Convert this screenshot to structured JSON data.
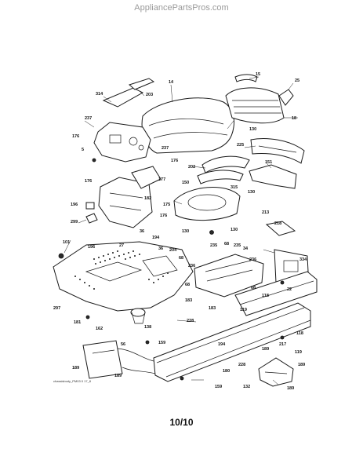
{
  "watermark": "AppliancePartsPros.com",
  "page_number": "10/10",
  "drawing_code": "chassisbody_PM03 0 17_8",
  "callouts": [
    {
      "id": "c-14",
      "label": "14"
    },
    {
      "id": "c-15",
      "label": "15"
    },
    {
      "id": "c-25",
      "label": "25"
    },
    {
      "id": "c-314",
      "label": "314"
    },
    {
      "id": "c-203",
      "label": "203"
    },
    {
      "id": "c-237a",
      "label": "237"
    },
    {
      "id": "c-130a",
      "label": "130"
    },
    {
      "id": "c-18",
      "label": "18"
    },
    {
      "id": "c-176a",
      "label": "176"
    },
    {
      "id": "c-5",
      "label": "5"
    },
    {
      "id": "c-237b",
      "label": "237"
    },
    {
      "id": "c-176b",
      "label": "176"
    },
    {
      "id": "c-225",
      "label": "225"
    },
    {
      "id": "c-202",
      "label": "202"
    },
    {
      "id": "c-151",
      "label": "151"
    },
    {
      "id": "c-176c",
      "label": "176"
    },
    {
      "id": "c-177",
      "label": "177"
    },
    {
      "id": "c-315",
      "label": "315"
    },
    {
      "id": "c-130b",
      "label": "130"
    },
    {
      "id": "c-182",
      "label": "182"
    },
    {
      "id": "c-150",
      "label": "150"
    },
    {
      "id": "c-196",
      "label": "196"
    },
    {
      "id": "c-175",
      "label": "175"
    },
    {
      "id": "c-176d",
      "label": "176"
    },
    {
      "id": "c-299",
      "label": "299"
    },
    {
      "id": "c-213",
      "label": "213"
    },
    {
      "id": "c-218",
      "label": "218"
    },
    {
      "id": "c-130c",
      "label": "130"
    },
    {
      "id": "c-130d",
      "label": "130"
    },
    {
      "id": "c-36",
      "label": "36"
    },
    {
      "id": "c-194a",
      "label": "194"
    },
    {
      "id": "c-101",
      "label": "101"
    },
    {
      "id": "c-196b",
      "label": "196"
    },
    {
      "id": "c-27",
      "label": "27"
    },
    {
      "id": "c-36b",
      "label": "36"
    },
    {
      "id": "c-204",
      "label": "204"
    },
    {
      "id": "c-235",
      "label": "235"
    },
    {
      "id": "c-68a",
      "label": "68"
    },
    {
      "id": "c-235b",
      "label": "235"
    },
    {
      "id": "c-334",
      "label": "334"
    },
    {
      "id": "c-68b",
      "label": "68"
    },
    {
      "id": "c-34",
      "label": "34"
    },
    {
      "id": "c-236a",
      "label": "236"
    },
    {
      "id": "c-236b",
      "label": "236"
    },
    {
      "id": "c-22",
      "label": "22"
    },
    {
      "id": "c-297",
      "label": "297"
    },
    {
      "id": "c-68c",
      "label": "68"
    },
    {
      "id": "c-183",
      "label": "183"
    },
    {
      "id": "c-118",
      "label": "118"
    },
    {
      "id": "c-68d",
      "label": "68"
    },
    {
      "id": "c-181",
      "label": "181"
    },
    {
      "id": "c-162",
      "label": "162"
    },
    {
      "id": "c-138",
      "label": "138"
    },
    {
      "id": "c-183b",
      "label": "183"
    },
    {
      "id": "c-228a",
      "label": "228"
    },
    {
      "id": "c-119a",
      "label": "119"
    },
    {
      "id": "c-118b",
      "label": "118"
    },
    {
      "id": "c-159a",
      "label": "159"
    },
    {
      "id": "c-194b",
      "label": "194"
    },
    {
      "id": "c-56",
      "label": "56"
    },
    {
      "id": "c-189a",
      "label": "189"
    },
    {
      "id": "c-189b",
      "label": "189"
    },
    {
      "id": "c-217",
      "label": "217"
    },
    {
      "id": "c-228b",
      "label": "228"
    },
    {
      "id": "c-180",
      "label": "180"
    },
    {
      "id": "c-189c",
      "label": "189"
    },
    {
      "id": "c-119b",
      "label": "119"
    },
    {
      "id": "c-189d",
      "label": "189"
    },
    {
      "id": "c-159b",
      "label": "159"
    },
    {
      "id": "c-132",
      "label": "132"
    },
    {
      "id": "c-189e",
      "label": "189"
    }
  ]
}
